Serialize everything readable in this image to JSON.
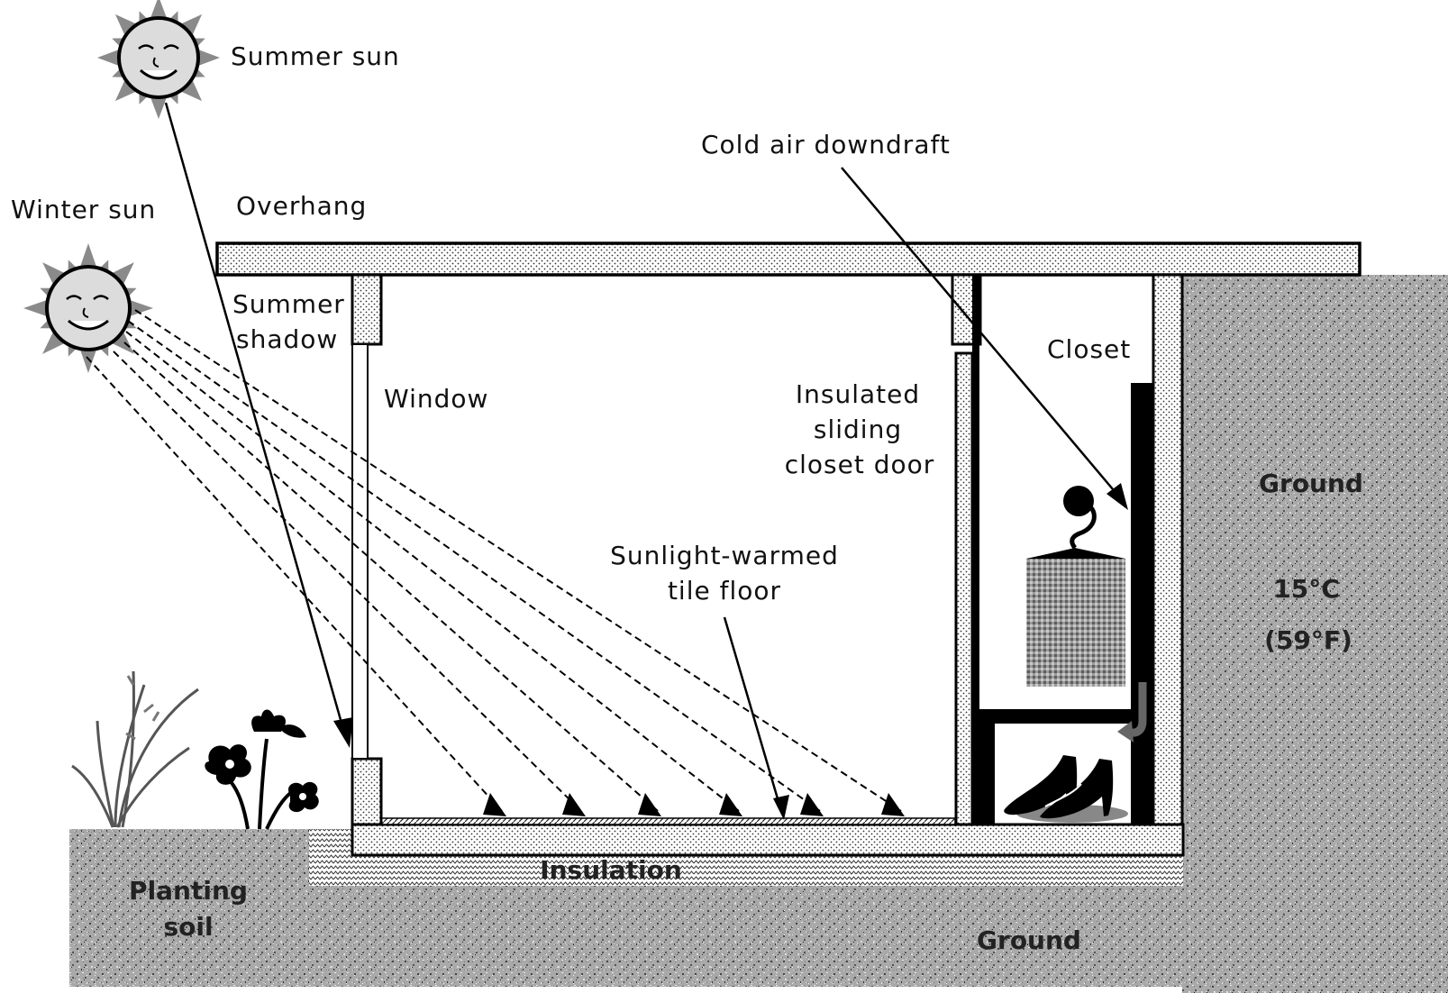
{
  "labels": {
    "summer_sun": "Summer sun",
    "winter_sun": "Winter sun",
    "overhang": "Overhang",
    "summer_shadow_line1": "Summer",
    "summer_shadow_line2": "shadow",
    "window": "Window",
    "cold_air_downdraft": "Cold air downdraft",
    "closet": "Closet",
    "insulated_door_line1": "Insulated",
    "insulated_door_line2": "sliding",
    "insulated_door_line3": "closet door",
    "sunlight_floor_line1": "Sunlight-warmed",
    "sunlight_floor_line2": "tile floor",
    "ground_right": "Ground",
    "temp_c": "15°C",
    "temp_f": "(59°F)",
    "insulation": "Insulation",
    "planting_soil_line1": "Planting",
    "planting_soil_line2": "soil",
    "ground_bottom": "Ground"
  },
  "icons": [
    "summer-sun-icon",
    "winter-sun-icon",
    "plant-icon",
    "flower-icon",
    "coat-on-hanger-icon",
    "shoes-icon"
  ]
}
